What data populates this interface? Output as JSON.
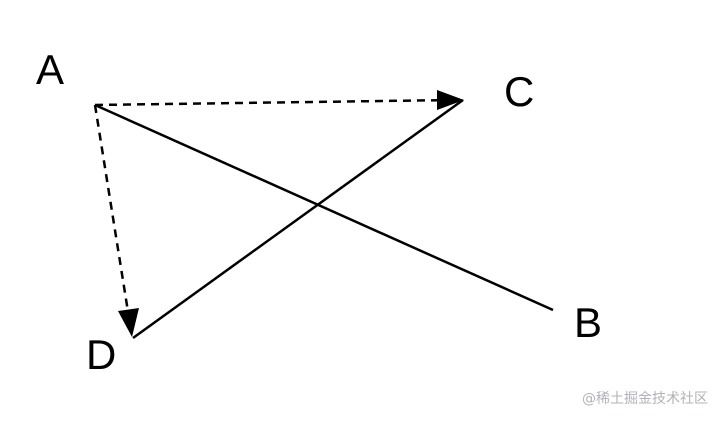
{
  "diagram": {
    "points": {
      "A": "A",
      "B": "B",
      "C": "C",
      "D": "D"
    },
    "edges": [
      {
        "from": "A",
        "to": "B",
        "style": "solid",
        "arrow": false
      },
      {
        "from": "D",
        "to": "C",
        "style": "solid",
        "arrow": false
      },
      {
        "from": "A",
        "to": "C",
        "style": "dashed",
        "arrow": true
      },
      {
        "from": "A",
        "to": "D",
        "style": "dashed",
        "arrow": true
      }
    ],
    "colors": {
      "stroke": "#000000",
      "watermark": "#b0b3b8",
      "background": "#ffffff"
    }
  },
  "watermark": {
    "text": "@稀土掘金技术社区"
  }
}
